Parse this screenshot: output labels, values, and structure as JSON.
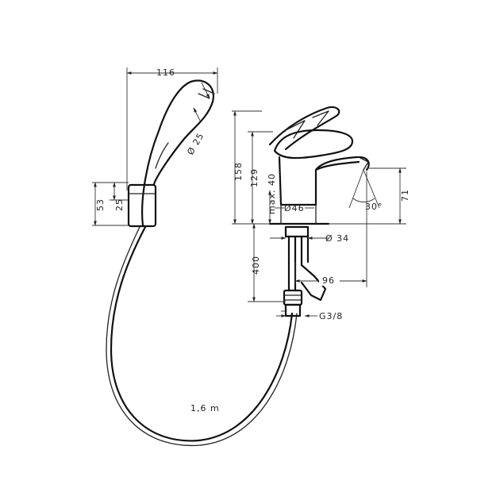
{
  "dimensions": {
    "shower_width": "116",
    "shower_diameter": "Ø 25",
    "holder_height": "53",
    "holder_inner": "25",
    "tap_height": "158",
    "tap_spout_height": "129",
    "tap_max": "max. 40",
    "base_diameter": "Ø46",
    "spout_height": "71",
    "spout_angle": "30°",
    "shank_diameter": "Ø 34",
    "hose_length_connection": "400",
    "spout_reach": "96",
    "thread": "G3/8",
    "hose_length": "1,6 m"
  }
}
